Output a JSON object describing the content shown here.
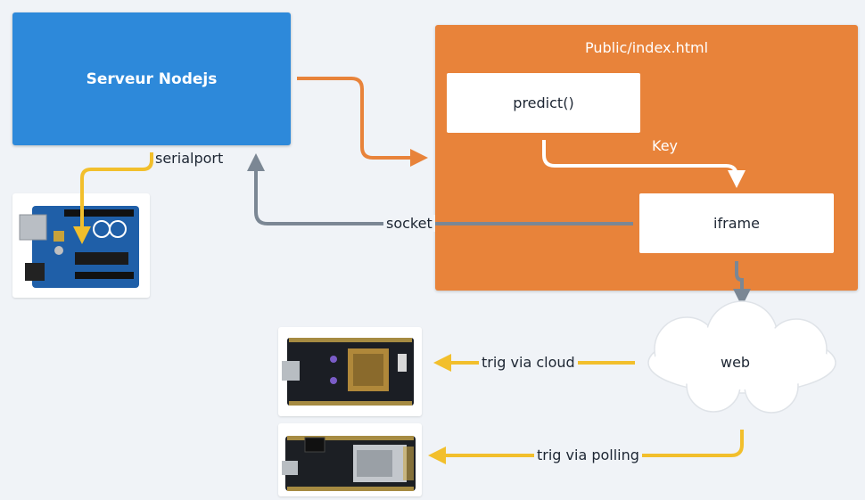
{
  "nodes": {
    "server": "Serveur Nodejs",
    "public_title": "Public/index.html",
    "predict": "predict()",
    "iframe": "iframe",
    "web": "web"
  },
  "edges": {
    "serialport": "serialport",
    "key": "Key",
    "socket": "socket",
    "trig_cloud": "trig via cloud",
    "trig_polling": "trig via polling"
  },
  "colors": {
    "server": "#2d89da",
    "public": "#e8833a",
    "arrow_orange": "#e8833a",
    "arrow_gray": "#7b8794",
    "arrow_yellow": "#f2bf2c"
  },
  "devices": [
    "arduino-uno-board",
    "photon-board",
    "feather-huzzah-board"
  ]
}
